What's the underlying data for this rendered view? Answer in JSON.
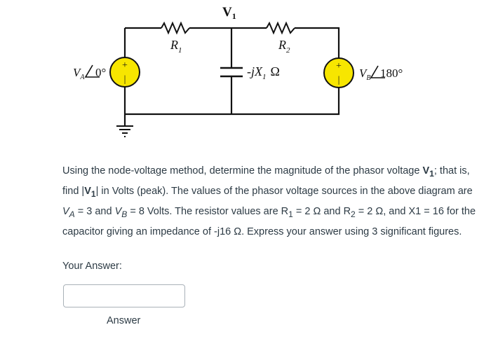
{
  "circuit": {
    "node_label_main": "V",
    "node_label_sub": "1",
    "r1_main": "R",
    "r1_sub": "1",
    "r2_main": "R",
    "r2_sub": "2",
    "cap_label_main": "-jX",
    "cap_label_sub": "1",
    "cap_label_unit": "Ω",
    "source_a_main": "V",
    "source_a_sub": "A",
    "source_a_angle": "0°",
    "source_b_main": "V",
    "source_b_sub": "B",
    "source_b_angle": "180°",
    "plus_sign": "+",
    "minus_sign": "|"
  },
  "question": {
    "p1": "Using the node-voltage method, determine the magnitude of the phasor voltage ",
    "p1_v": "V",
    "p1_v_sub": "1",
    "p2": "; that is, find |",
    "p2_v": "V",
    "p2_v_sub": "1",
    "p3": "| in Volts (peak). The values of the phasor voltage sources in the above diagram are ",
    "va": "V",
    "va_sub": "A",
    "p4": " = 3 and ",
    "vb": "V",
    "vb_sub": "B",
    "p5": " = 8 Volts. The resistor values are R",
    "r1_sub": "1",
    "p6": " = 2 Ω and R",
    "r2_sub": "2",
    "p7": " = 2 Ω, and X1 = 16 for the capacitor giving an impedance of -j16 Ω. Express your answer using 3 significant figures."
  },
  "answer": {
    "your_answer_label": "Your Answer:",
    "input_value": "",
    "caption": "Answer"
  }
}
